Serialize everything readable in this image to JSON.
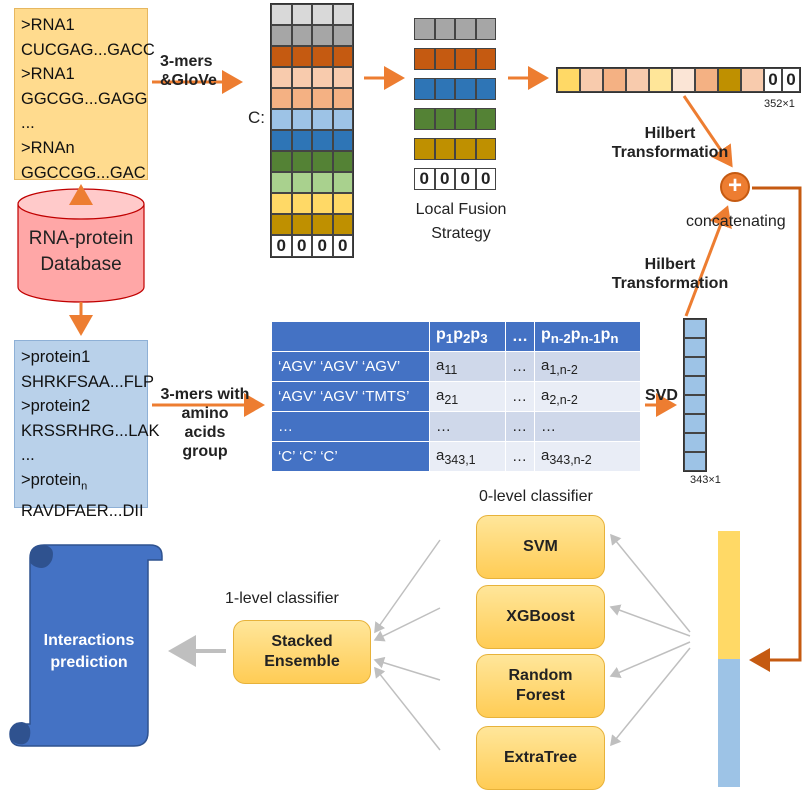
{
  "rna_box": {
    "lines": [
      ">RNA1",
      "CUCGAG...GACC",
      ">RNA1",
      "GGCGG...GAGG",
      "...",
      ">RNAn",
      "GGCCGG...GAC"
    ]
  },
  "database": {
    "line1": "RNA-protein",
    "line2": "Database"
  },
  "protein_box": {
    "lines": [
      ">protein1",
      "SHRKFSAA...FLP",
      ">protein2",
      "KRSSRHRG...LAK",
      "...",
      ">protein",
      "RAVDFAER...DII"
    ],
    "subscript_n": "n"
  },
  "labels": {
    "kmers_rna_1": "3-mers",
    "kmers_rna_2": "&GloVe",
    "c_label": "C:",
    "local_fusion_1": "Local Fusion",
    "local_fusion_2": "Strategy",
    "hilbert_top_1": "Hilbert",
    "hilbert_top_2": "Transformation",
    "dim_352": "352×1",
    "concatenating": "concatenating",
    "hilbert_mid_1": "Hilbert",
    "hilbert_mid_2": "Transformation",
    "kmers_prot_1": "3-mers with",
    "kmers_prot_2": "amino acids",
    "kmers_prot_3": "group",
    "svd": "SVD",
    "dim_343": "343×1",
    "level0": "0-level classifier",
    "level1": "1-level classifier",
    "plus": "+"
  },
  "matrix_c": {
    "row_colors": [
      "#d9d9d9",
      "#a6a6a6",
      "#c55a11",
      "#f8cbad",
      "#f4b183",
      "#9dc3e6",
      "#2e75b6",
      "#548235",
      "#a9d18e",
      "#ffd966",
      "#bf9000"
    ],
    "zeros": [
      "0",
      "0",
      "0",
      "0"
    ]
  },
  "fused": {
    "row_colors": [
      "#a6a6a6",
      "#c55a11",
      "#2e75b6",
      "#548235",
      "#bf9000"
    ],
    "zeros": [
      "0",
      "0",
      "0",
      "0"
    ]
  },
  "vector_352": {
    "cell_colors": [
      "#ffd966",
      "#f8cbad",
      "#f4b183",
      "#f8cbad",
      "#ffe699",
      "#fbe5d6",
      "#f4b183",
      "#bf9000",
      "#f8cbad"
    ],
    "zeros": [
      "0",
      "0"
    ]
  },
  "table": {
    "header": [
      "",
      "p1p2p3",
      "…",
      "pn-2pn-1pn"
    ],
    "rows": [
      [
        "‘AGV’ ‘AGV’ ‘AGV’",
        "a11",
        "…",
        "a1,n-2"
      ],
      [
        "‘AGV’ ‘AGV’ ‘TMTS’",
        "a21",
        "…",
        "a2,n-2"
      ],
      [
        "…",
        "…",
        "…",
        "…"
      ],
      [
        "‘C’ ‘C’ ‘C’",
        "a343,1",
        "…",
        "a343,n-2"
      ]
    ]
  },
  "classifiers": [
    {
      "line1": "SVM",
      "line2": ""
    },
    {
      "line1": "XGBoost",
      "line2": ""
    },
    {
      "line1": "Random",
      "line2": "Forest"
    },
    {
      "line1": "ExtraTree",
      "line2": ""
    }
  ],
  "stacked": {
    "line1": "Stacked",
    "line2": "Ensemble"
  },
  "scroll": {
    "line1": "Interactions",
    "line2": "prediction"
  },
  "colors": {
    "orange": "#ed7d31",
    "darkorange": "#c55a11",
    "gray_arrow": "#bfbfbf",
    "blue": "#4472c4",
    "yellow": "#ffd966",
    "lightblue": "#9dc3e6"
  }
}
